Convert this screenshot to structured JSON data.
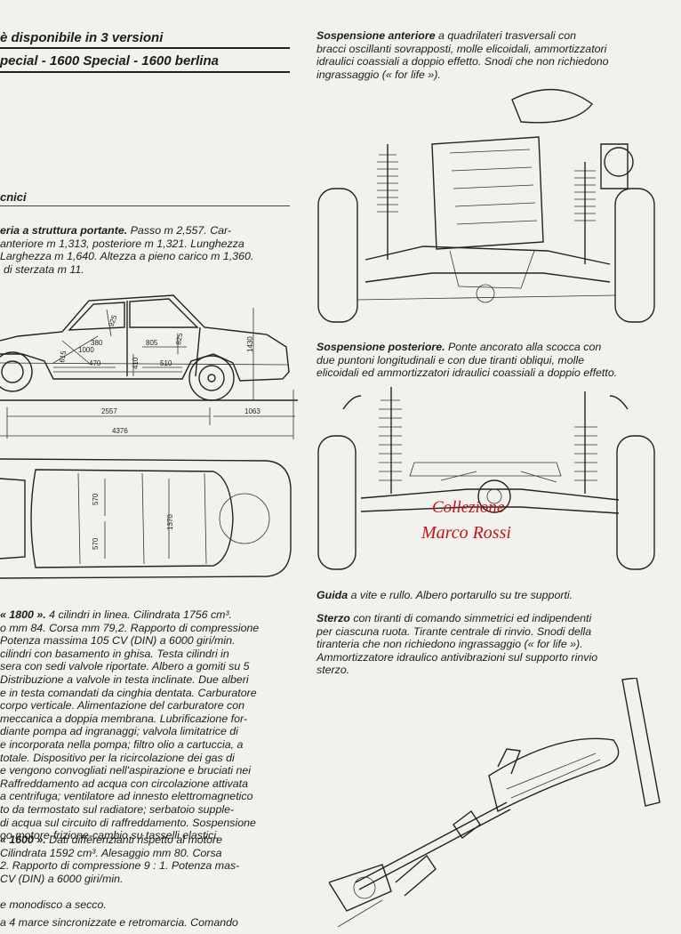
{
  "left": {
    "headline1": "è disponibile in 3 versioni",
    "headline2": "pecial - 1600 Special - 1600 berlina",
    "section_title": "cnici",
    "carrozzeria": {
      "lead": "eria a struttura portante.",
      "lines": [
        "Passo m 2,557. Car-",
        "anteriore m 1,313, posteriore m 1,321. Lunghezza",
        "Larghezza m 1,640. Altezza a pieno carico m 1,360.",
        "di sterzata m 11."
      ]
    },
    "side_dims": [
      "925",
      "1430",
      "805",
      "825",
      "380",
      "1000",
      "510",
      "410",
      "470",
      "615"
    ],
    "bottom_dims": [
      "2557",
      "1063",
      "4376"
    ],
    "top_dims": [
      "570",
      "570",
      "1370"
    ],
    "motore1800": {
      "lead": "« 1800 ».",
      "first": "4 cilindri in linea. Cilindrata 1756 cm³.",
      "lines": [
        "o mm 84. Corsa mm 79,2. Rapporto di compressione",
        "Potenza massima 105 CV (DIN) a 6000 giri/min.",
        "cilindri con basamento in ghisa. Testa cilindri in",
        "sera con sedi valvole riportate. Albero a gomiti su 5",
        "Distribuzione a valvole in testa inclinate. Due alberi",
        "e in testa comandati da cinghia dentata. Carburatore",
        "corpo verticale. Alimentazione del carburatore con",
        "meccanica a doppia membrana. Lubrificazione for-",
        "diante pompa ad ingranaggi; valvola limitatrice di",
        "e incorporata nella pompa; filtro olio a cartuccia, a",
        "totale. Dispositivo per la ricircolazione dei gas di",
        "e vengono convogliati nell'aspirazione e bruciati nei",
        "Raffreddamento ad acqua con circolazione attivata",
        "a centrifuga; ventilatore ad innesto elettromagnetico",
        "to da termostato sul radiatore; serbatoio supple-",
        "di acqua sul circuito di raffreddamento. Sospensione",
        "oo motore-frizione-cambio su tasselli elastici."
      ]
    },
    "motore1600": {
      "lead": "« 1600 ».",
      "first": "Dati differenzianti rispetto al motore",
      "lines": [
        "Cilindrata 1592 cm³. Alesaggio mm 80. Corsa",
        "2. Rapporto di compressione 9 : 1. Potenza mas-",
        "CV (DIN) a 6000 giri/min."
      ]
    },
    "frizione": "e monodisco a secco.",
    "cambio": "a 4 marce sincronizzate e retromarcia. Comando"
  },
  "right": {
    "sosp_ant": {
      "lead": "Sospensione anteriore",
      "lines": [
        "a quadrilateri trasversali con",
        "bracci oscillanti sovrapposti, molle elicoidali, ammortizzatori",
        "idraulici coassiali a doppio effetto. Snodi che non richiedono",
        "ingrassaggio (« for life »)."
      ]
    },
    "sosp_post": {
      "lead": "Sospensione posteriore.",
      "lines": [
        "Ponte ancorato alla scocca con",
        "due puntoni longitudinali e con due tiranti obliqui, molle",
        "elicoidali ed ammortizzatori idraulici coassiali a doppio effetto."
      ]
    },
    "guida": {
      "lead": "Guida",
      "text": "a vite e rullo. Albero portarullo su tre supporti."
    },
    "sterzo": {
      "lead": "Sterzo",
      "lines": [
        "con tiranti di comando simmetrici ed indipendenti",
        "per ciascuna ruota. Tirante centrale di rinvio. Snodi della",
        "tiranteria che non richiedono ingrassaggio (« for life »).",
        "Ammortizzatore idraulico antivibrazioni sul supporto rinvio",
        "sterzo."
      ]
    },
    "watermark": [
      "Collezione",
      "Marco Rossi"
    ]
  }
}
